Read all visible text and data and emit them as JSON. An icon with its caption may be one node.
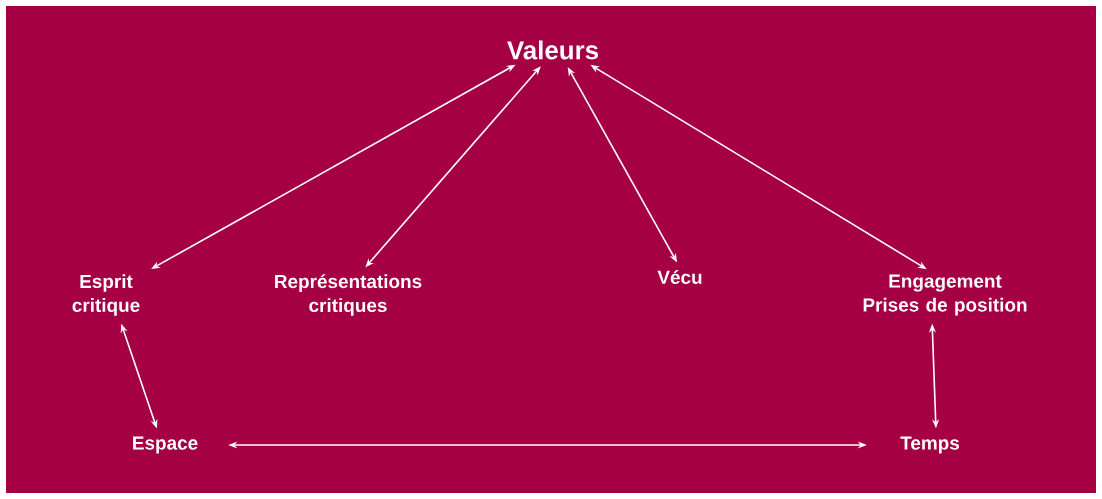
{
  "diagram": {
    "nodes": [
      {
        "text": [
          "Valeurs"
        ]
      },
      {
        "text": [
          "Esprit critique"
        ]
      },
      {
        "text": [
          "Représentations critiques"
        ]
      },
      {
        "text": [
          "Vécu"
        ]
      },
      {
        "text": [
          "Engagement Prises de position"
        ]
      },
      {
        "text": [
          "Espace"
        ]
      },
      {
        "text": [
          "Temps"
        ]
      }
    ],
    "edges": [
      {
        "from": 0,
        "to": 1,
        "arrow": "both"
      },
      {
        "from": 0,
        "to": 2,
        "arrow": "both"
      },
      {
        "from": 0,
        "to": 3,
        "arrow": "both"
      },
      {
        "from": 0,
        "to": 4,
        "arrow": "both"
      },
      {
        "from": 1,
        "to": 5,
        "arrow": "both"
      },
      {
        "from": 5,
        "to": 6,
        "arrow": "both"
      },
      {
        "from": 6,
        "to": 4,
        "arrow": "both"
      }
    ]
  }
}
